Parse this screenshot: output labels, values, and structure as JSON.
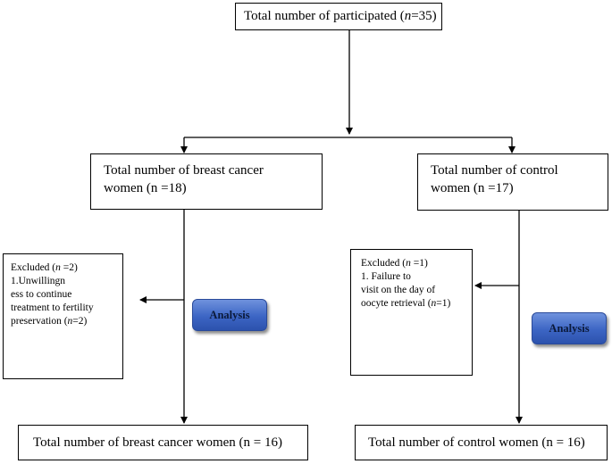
{
  "top": {
    "prefix": "Total number of participated (",
    "n_label": "n",
    "suffix": "=35)"
  },
  "left_group": {
    "line1": "Total number of breast cancer",
    "line2": "women (n =18)"
  },
  "right_group": {
    "line1": "Total number of control",
    "line2": "women (n =17)"
  },
  "left_excluded": {
    "line1_prefix": "Excluded (",
    "line1_n": "n",
    "line1_suffix": " =2)",
    "line2": "1.Unwillingn",
    "line3": "ess to continue",
    "line4": "treatment to fertility",
    "line5_prefix": "preservation (",
    "line5_n": "n",
    "line5_suffix": "=2)"
  },
  "right_excluded": {
    "line1_prefix": "Excluded (",
    "line1_n": "n",
    "line1_suffix": " =1)",
    "line2": "1. Failure to",
    "line3": "visit on the day of",
    "line4_prefix": "oocyte retrieval (",
    "line4_n": "n",
    "line4_suffix": "=1)"
  },
  "analysis_label": "Analysis",
  "left_final": "Total number of breast cancer women (n = 16)",
  "right_final": "Total number of control women (n = 16)"
}
